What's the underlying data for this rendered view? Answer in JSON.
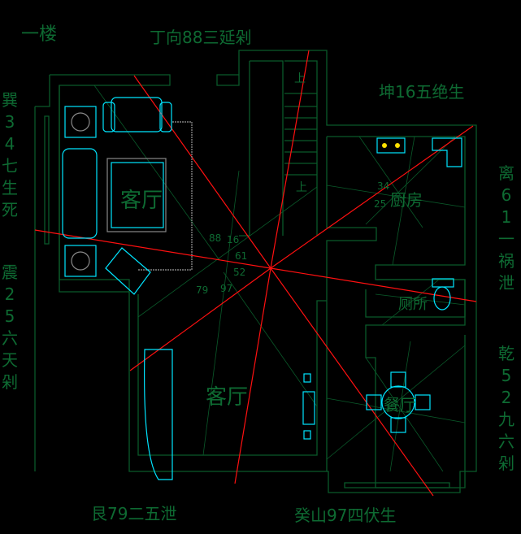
{
  "floor_title": "一楼",
  "directions": {
    "top": "丁向88三延剁",
    "top_right": "坤16五绝生",
    "left_upper": "巽34七生死",
    "left_lower": "震25六天剁",
    "right_upper": "离61一祸泄",
    "right_lower": "乾52九六剁",
    "bottom_left": "艮79二五泄",
    "bottom_right": "癸山97四伏生"
  },
  "rooms": {
    "living_upper": "客厅",
    "living_lower": "客厅",
    "kitchen": "厨房",
    "bathroom": "厕所",
    "dining": "餐厅"
  },
  "stair_labels": [
    "上",
    "上"
  ],
  "center_numbers": [
    "88",
    "16",
    "61",
    "52",
    "97",
    "79",
    "34",
    "25"
  ],
  "colors": {
    "wall": "#0a5a2a",
    "furniture": "#00e5ff",
    "axis": "#ff0000",
    "text": "#0e6a32"
  }
}
